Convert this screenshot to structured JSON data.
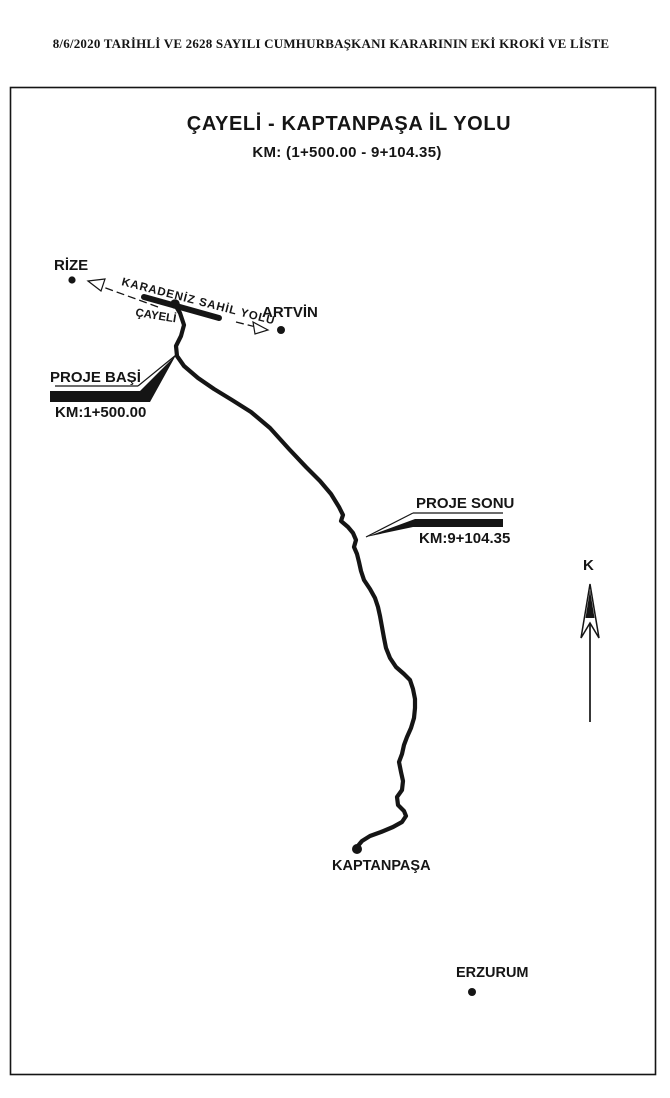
{
  "header": {
    "title": "8/6/2020 TARİHLİ VE 2628 SAYILI CUMHURBAŞKANI KARARININ EKİ KROKİ VE LİSTE"
  },
  "map": {
    "title": "ÇAYELİ - KAPTANPAŞA İL YOLU",
    "subtitle": "KM: (1+500.00 - 9+104.35)",
    "cities": {
      "rize": "RİZE",
      "artvin": "ARTVİN",
      "cayeli": "ÇAYELİ",
      "kaptanpasa": "KAPTANPAŞA",
      "erzurum": "ERZURUM"
    },
    "roads": {
      "coastal": "KARADENİZ SAHİL YOLU"
    },
    "project": {
      "start_label": "PROJE BAŞİ",
      "start_km": "KM:1+500.00",
      "end_label": "PROJE SONU",
      "end_km": "KM:9+104.35"
    },
    "north_label": "K",
    "colors": {
      "ink": "#151515",
      "paper": "#ffffff"
    }
  }
}
